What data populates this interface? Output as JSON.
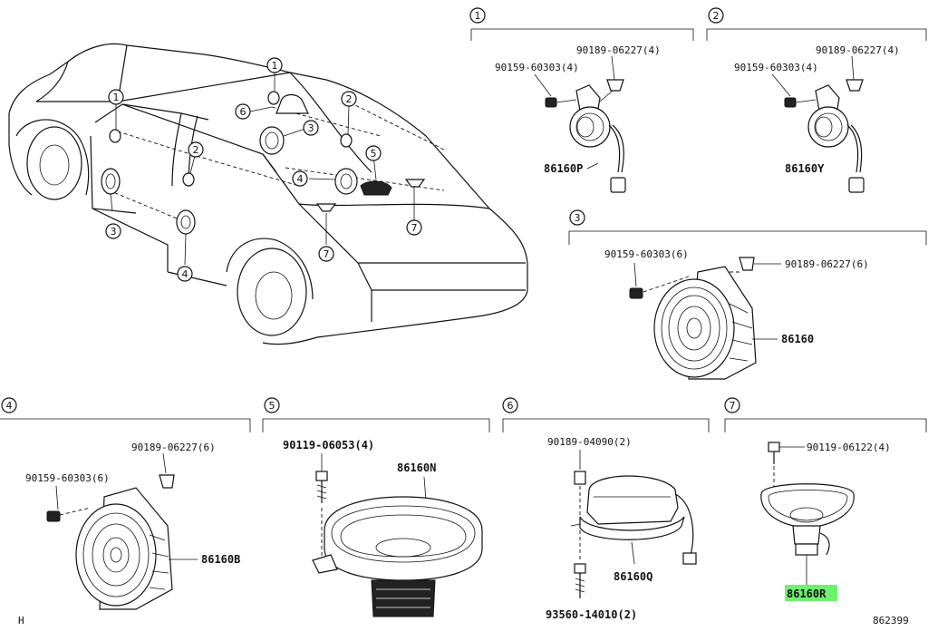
{
  "circle_numbers": [
    "1",
    "2",
    "3",
    "4",
    "5",
    "6",
    "7"
  ],
  "panels": {
    "p1": {
      "num": "1",
      "bolt": "90159-60303(4)",
      "clip": "90189-06227(4)",
      "part": "86160P"
    },
    "p2": {
      "num": "2",
      "bolt": "90159-60303(4)",
      "clip": "90189-06227(4)",
      "part": "86160Y"
    },
    "p3": {
      "num": "3",
      "bolt": "90159-60303(6)",
      "clip": "90189-06227(6)",
      "part": "86160"
    },
    "p4": {
      "num": "4",
      "bolt": "90159-60303(6)",
      "clip": "90189-06227(6)",
      "part": "86160B"
    },
    "p5": {
      "num": "5",
      "screw": "90119-06053(4)",
      "part": "86160N"
    },
    "p6": {
      "num": "6",
      "clip": "90189-04090(2)",
      "part": "86160Q",
      "screw": "93560-14010(2)"
    },
    "p7": {
      "num": "7",
      "screw": "90119-06122(4)",
      "part": "86160R"
    }
  },
  "footer": {
    "left": "H",
    "right": "862399"
  },
  "colors": {
    "highlight": "#6ef06e",
    "ink": "#111111"
  }
}
